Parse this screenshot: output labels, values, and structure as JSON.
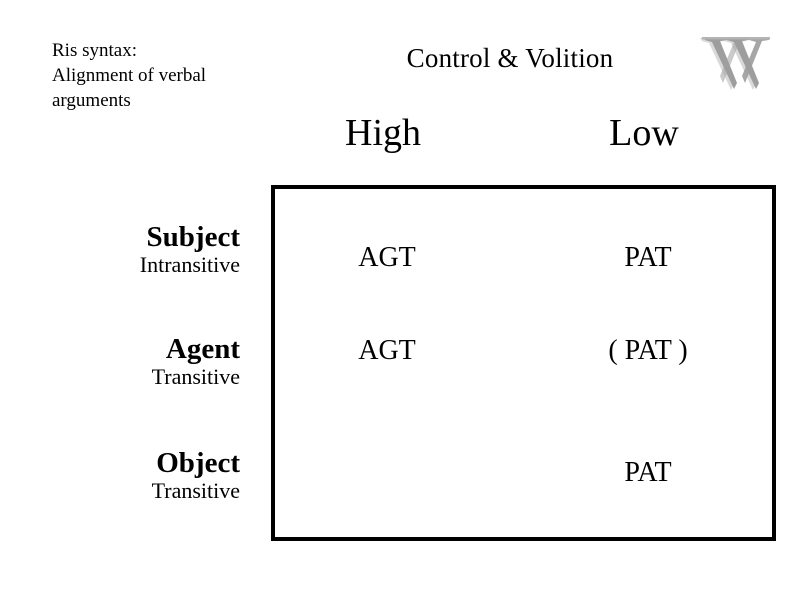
{
  "slide": {
    "background_color": "#ffffff",
    "text_color": "#000000",
    "caption": "Ris syntax:\nAlignment of verbal arguments",
    "title": "Control & Volition",
    "logo": {
      "name": "w-monogram-logo",
      "color": "#9a9a9a",
      "shadow_color": "#d8d8d8"
    }
  },
  "matrix": {
    "border_color": "#000000",
    "columns": [
      {
        "label": "High",
        "key": "high"
      },
      {
        "label": "Low",
        "key": "low"
      }
    ],
    "rows": [
      {
        "primary": "Subject",
        "secondary": "Intransitive",
        "high": "AGT",
        "low": "PAT"
      },
      {
        "primary": "Agent",
        "secondary": "Transitive",
        "high": "AGT",
        "low": "( PAT )"
      },
      {
        "primary": "Object",
        "secondary": "Transitive",
        "high": "",
        "low": "PAT"
      }
    ]
  }
}
